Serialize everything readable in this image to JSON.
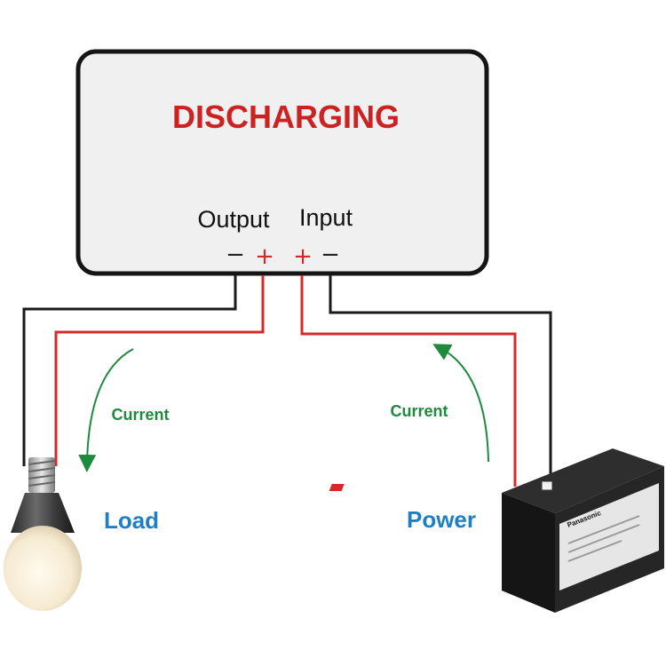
{
  "module": {
    "title": "DISCHARGING",
    "output_label": "Output",
    "input_label": "Input",
    "output_minus": "−",
    "output_plus": "+",
    "input_plus": "+",
    "input_minus": "−"
  },
  "left_side": {
    "current_label": "Current",
    "device_label": "Load",
    "device_icon": "light-bulb-icon"
  },
  "right_side": {
    "current_label": "Current",
    "device_label": "Power",
    "device_icon": "battery-icon",
    "battery_brand": "Panasonic"
  },
  "colors": {
    "title_red": "#cc2222",
    "wire_red": "#d42a2a",
    "wire_black": "#1a1a1a",
    "arrow_green": "#1e8a3e",
    "label_blue": "#1f7fc4",
    "module_fill": "#f0f0f0"
  }
}
